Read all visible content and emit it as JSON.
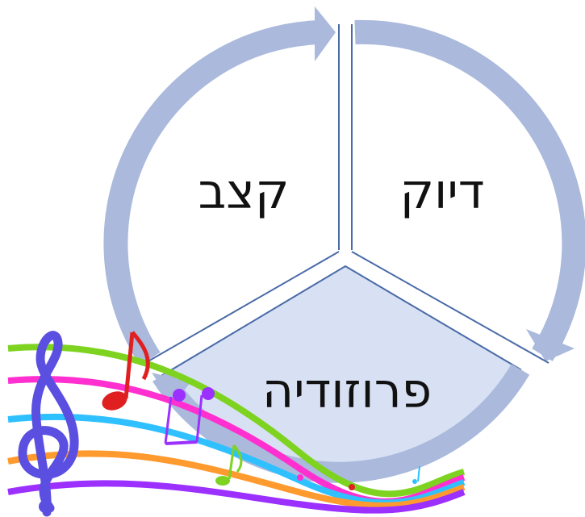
{
  "diagram": {
    "type": "cycle",
    "segments": [
      {
        "label": "דיוק"
      },
      {
        "label": "קצב"
      },
      {
        "label": "פרוזודיה"
      }
    ]
  },
  "colors": {
    "arrow": "#aab9dc",
    "bottom_fill": "#d8e1f3",
    "divider_stroke": "#4a6ba8",
    "staff_lines": [
      "#7ed321",
      "#ff2fd0",
      "#2fc0ff",
      "#ff9a2f",
      "#9b30ff"
    ],
    "clef": "#5a4fe0",
    "notes": [
      "#e02020",
      "#9b30ff",
      "#7ed321",
      "#ff2fd0"
    ]
  },
  "icons": [
    "treble-clef-icon",
    "eighth-note-icon",
    "beamed-notes-icon"
  ]
}
